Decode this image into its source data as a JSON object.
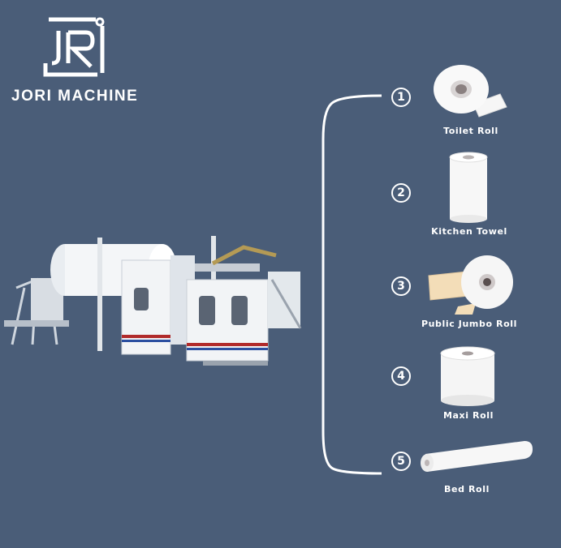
{
  "brand": {
    "name": "JORI MACHINE",
    "accent": "#ffffff",
    "background": "#4a5d78"
  },
  "products": [
    {
      "number": "1",
      "label": "Toilet Roll",
      "icon": "toilet-roll-icon"
    },
    {
      "number": "2",
      "label": "Kitchen Towel",
      "icon": "kitchen-towel-icon"
    },
    {
      "number": "3",
      "label": "Public Jumbo Roll",
      "icon": "jumbo-roll-icon"
    },
    {
      "number": "4",
      "label": "Maxi Roll",
      "icon": "maxi-roll-icon"
    },
    {
      "number": "5",
      "label": "Bed Roll",
      "icon": "bed-roll-icon"
    }
  ]
}
